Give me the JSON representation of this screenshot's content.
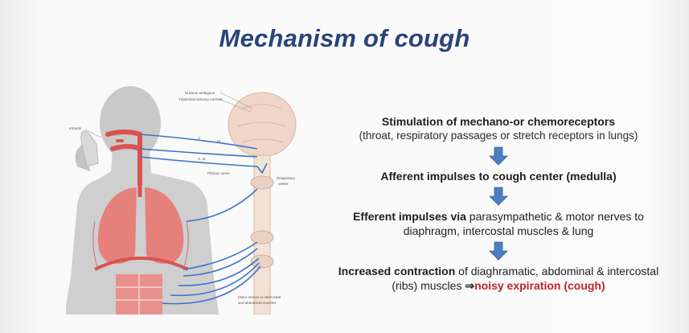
{
  "title": "Mechanism of cough",
  "illustration": {
    "labels": {
      "nucleus_ambiguus": "Nucleus ambiguus",
      "trigeminal": "Trigeminal sensory nucleus",
      "irritants": "Irritants",
      "phrenic": "Phrenic nerve",
      "respiratory": "Respiratory",
      "center": "centre",
      "motor": "Motor nerves to intercostal",
      "motor2": "and abdominal muscles",
      "v": "V",
      "ix": "IX",
      "x": "X, IX"
    }
  },
  "steps": [
    {
      "bold": "Stimulation of mechano-or chemoreceptors",
      "detail": "(throat, respiratory passages or stretch receptors in lungs)"
    },
    {
      "bold": "Afferent impulses to cough center (medulla)"
    },
    {
      "bold": "Efferent impulses via",
      "rest": "parasympathetic & motor nerves to diaphragm, intercostal muscles & lung"
    },
    {
      "bold": "Increased contraction",
      "rest": "of diaghramatic, abdominal & intercostal (ribs) muscles",
      "arrow_glyph": "⇒",
      "result": "noisy expiration (cough)"
    }
  ],
  "colors": {
    "title": "#27447a",
    "arrow": "#4b7fc1",
    "result": "#c0242c",
    "nerve": "#3a74c8",
    "airway": "#d9534f"
  }
}
